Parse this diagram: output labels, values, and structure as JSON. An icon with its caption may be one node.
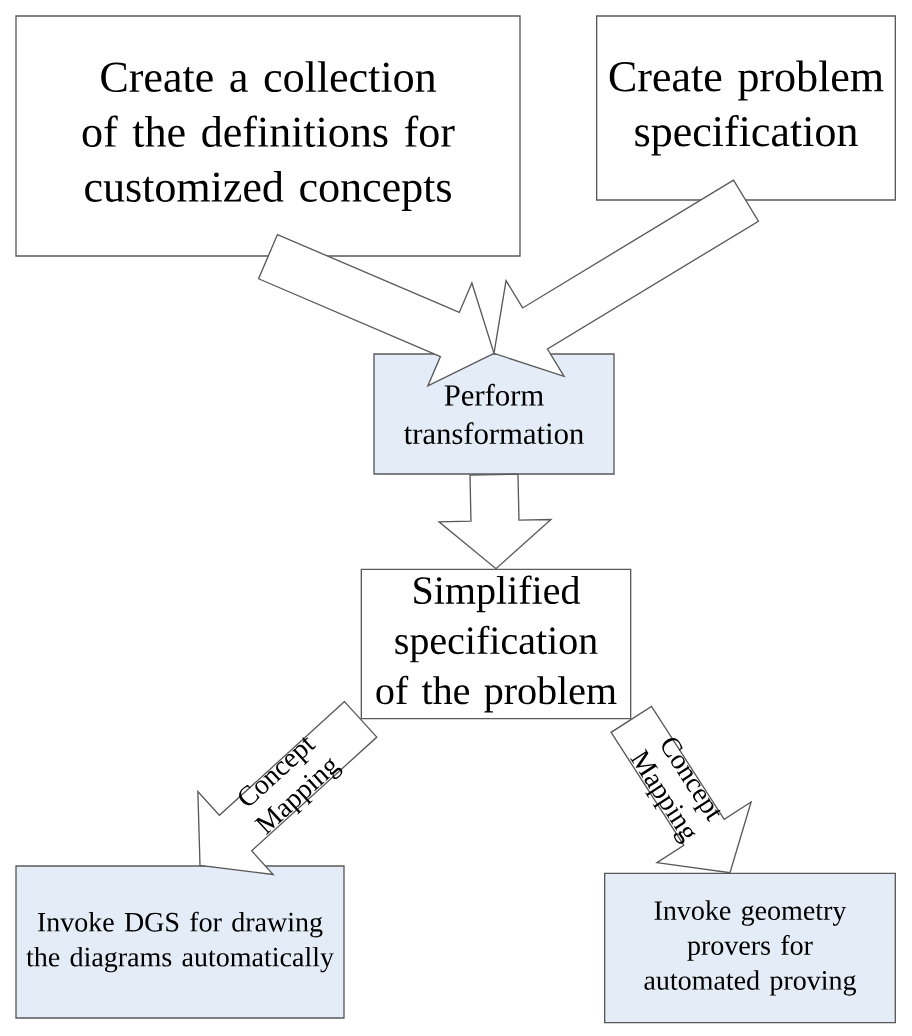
{
  "diagram": {
    "nodes": [
      {
        "text": [
          "Create a collection of the definitions for customized concepts"
        ]
      },
      {
        "text": [
          "Create problem specification"
        ]
      },
      {
        "text": [
          "Perform transformation"
        ]
      },
      {
        "text": [
          "Simplified specification of the problem"
        ]
      },
      {
        "text": [
          "Invoke DGS for drawing the diagrams automatically"
        ]
      },
      {
        "text": [
          "Invoke geometry provers for automated proving"
        ]
      }
    ],
    "edges": [
      {
        "from": 0,
        "to": 2,
        "arrow": "to"
      },
      {
        "from": 1,
        "to": 2,
        "arrow": "to"
      },
      {
        "from": 2,
        "to": 3,
        "arrow": "to"
      },
      {
        "from": 3,
        "to": 4,
        "arrow": "to",
        "label": "Concept Mapping"
      },
      {
        "from": 3,
        "to": 5,
        "arrow": "to",
        "label": "Concept Mapping"
      }
    ]
  }
}
